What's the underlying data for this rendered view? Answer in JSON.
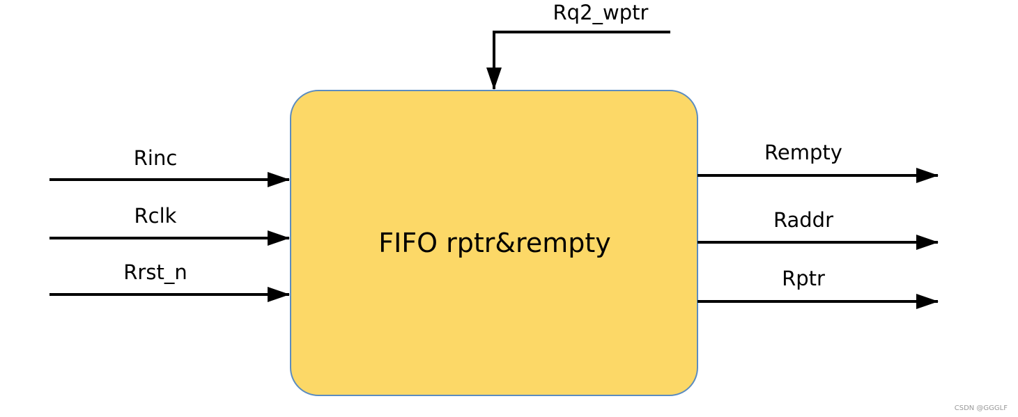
{
  "block": {
    "title": "FIFO rptr&rempty",
    "fill_color": "#FCD867",
    "border_color": "#5B8CC0"
  },
  "inputs_left": [
    {
      "label": "Rinc"
    },
    {
      "label": "Rclk"
    },
    {
      "label": "Rrst_n"
    }
  ],
  "input_top": {
    "label": "Rq2_wptr"
  },
  "outputs_right": [
    {
      "label": "Rempty"
    },
    {
      "label": "Raddr"
    },
    {
      "label": "Rptr"
    }
  ],
  "watermark": "CSDN @GGGLF"
}
